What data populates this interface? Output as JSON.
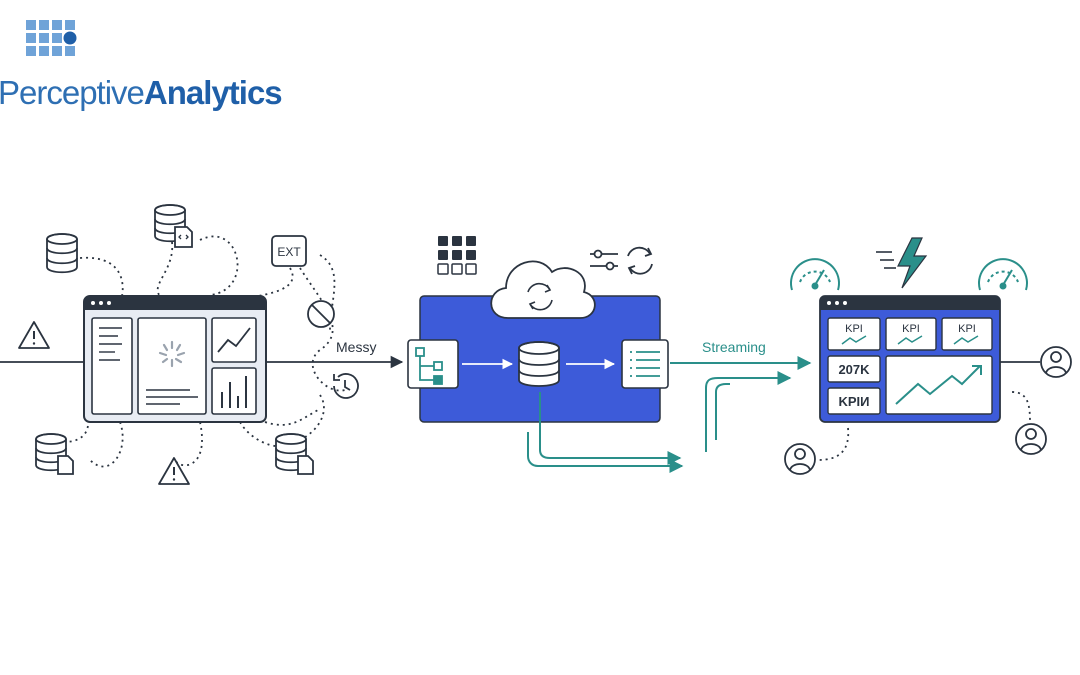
{
  "logo": {
    "name_part1": "Perceptive",
    "name_part2": "Analytics"
  },
  "diagram": {
    "source_icon_label": "EXT",
    "edge_label_messy": "Messy",
    "edge_label_streaming": "Streaming",
    "kpi_tiles": [
      "KPI",
      "KPI",
      "KPI"
    ],
    "metric_value": "207K",
    "metric_label": "KPIИ"
  },
  "colors": {
    "accent_blue": "#3d5bd9",
    "accent_teal": "#2a8f8a",
    "ink": "#2b3440",
    "logo_blue": "#2e6fb3",
    "logo_squares": "#6fa3d8"
  }
}
